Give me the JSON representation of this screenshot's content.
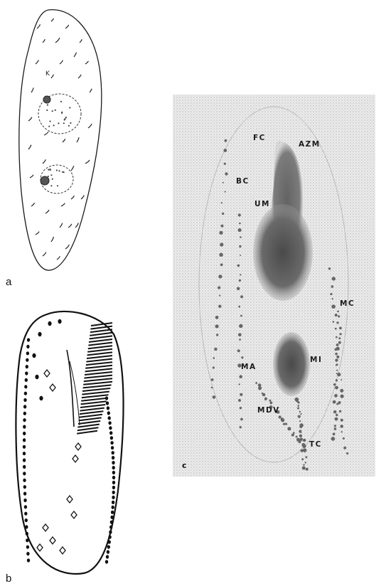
{
  "figure": {
    "panels": [
      {
        "id": "a",
        "letter": "a"
      },
      {
        "id": "b",
        "letter": "b"
      },
      {
        "id": "c",
        "letter": "c"
      }
    ],
    "panel_a_marker": "K",
    "panel_c_labels": {
      "fc": "FC",
      "azm": "AZM",
      "bc": "BC",
      "um": "UM",
      "mc": "MC",
      "ma": "MA",
      "mi": "MI",
      "mdv": "MDV",
      "tc": "TC"
    }
  }
}
